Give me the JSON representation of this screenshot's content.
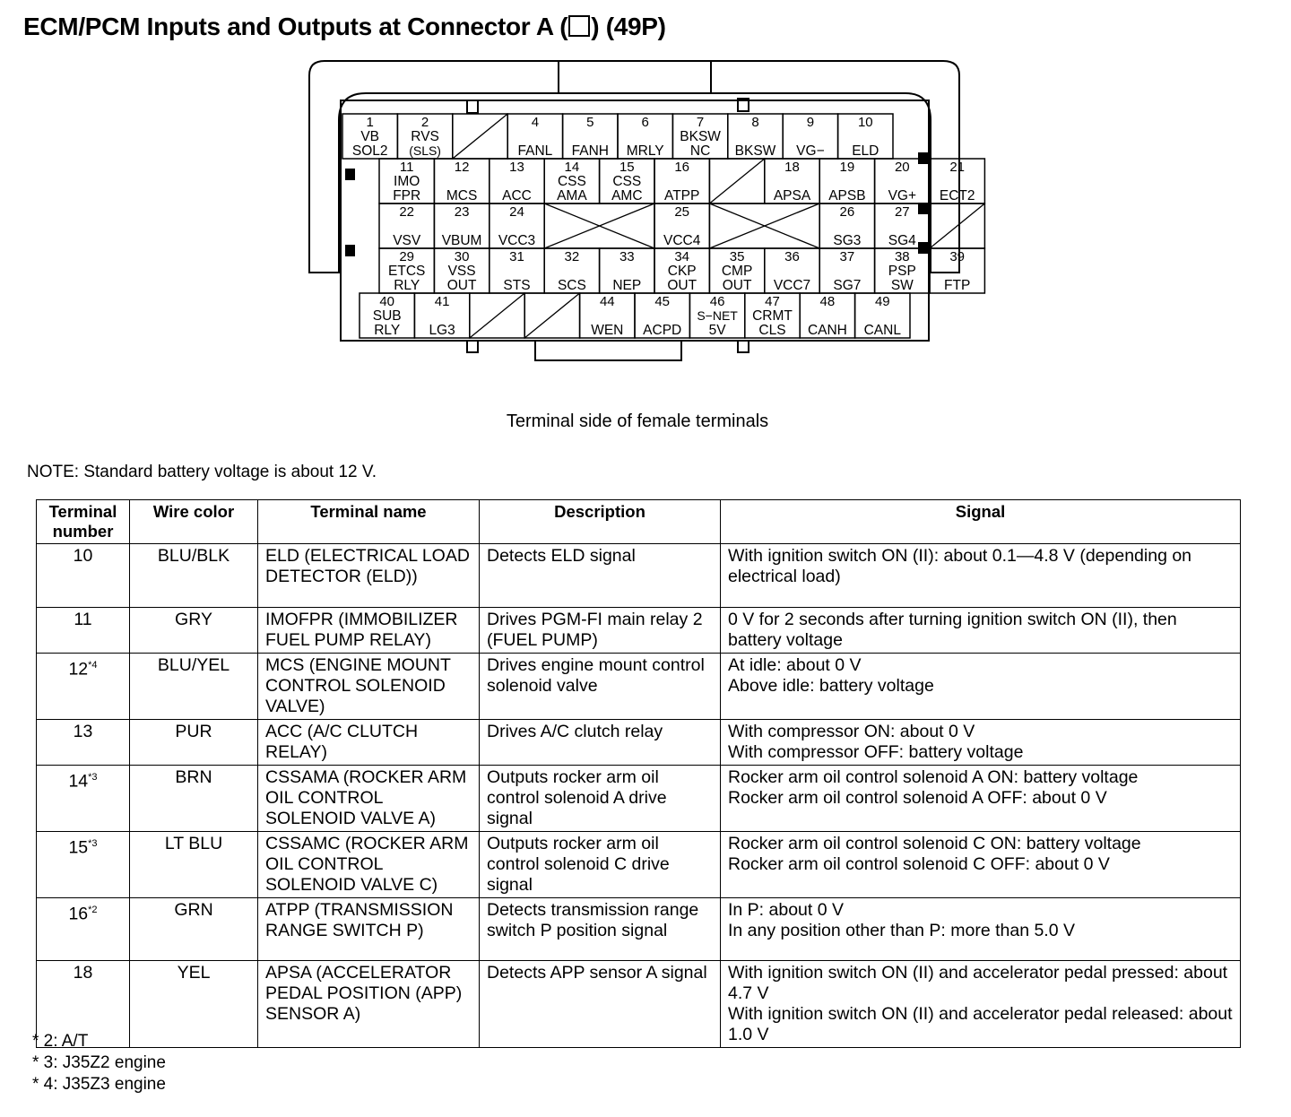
{
  "header": {
    "title_before": "ECM/PCM Inputs and Outputs at Connector A (",
    "title_after": ") (49P)"
  },
  "connector": {
    "caption": "Terminal side of female terminals",
    "rows": [
      [
        {
          "num": "1",
          "lines": [
            "VB",
            "SOL2"
          ]
        },
        {
          "num": "2",
          "lines": [
            "RVS",
            "(SLS)"
          ]
        },
        {
          "empty": "slash"
        },
        {
          "num": "4",
          "lines": [
            "FANL"
          ]
        },
        {
          "num": "5",
          "lines": [
            "FANH"
          ]
        },
        {
          "num": "6",
          "lines": [
            "MRLY"
          ]
        },
        {
          "num": "7",
          "lines": [
            "BKSW",
            "NC"
          ]
        },
        {
          "num": "8",
          "lines": [
            "BKSW"
          ]
        },
        {
          "num": "9",
          "lines": [
            "VG−"
          ]
        },
        {
          "num": "10",
          "lines": [
            "ELD"
          ]
        }
      ],
      [
        {
          "num": "11",
          "lines": [
            "IMO",
            "FPR"
          ]
        },
        {
          "num": "12",
          "lines": [
            "MCS"
          ]
        },
        {
          "num": "13",
          "lines": [
            "ACC"
          ]
        },
        {
          "num": "14",
          "lines": [
            "CSS",
            "AMA"
          ]
        },
        {
          "num": "15",
          "lines": [
            "CSS",
            "AMC"
          ]
        },
        {
          "num": "16",
          "lines": [
            "ATPP"
          ]
        },
        {
          "empty": "slash"
        },
        {
          "num": "18",
          "lines": [
            "APSA"
          ]
        },
        {
          "num": "19",
          "lines": [
            "APSB"
          ]
        },
        {
          "num": "20",
          "lines": [
            "VG+"
          ]
        },
        {
          "num": "21",
          "lines": [
            "ECT2"
          ]
        }
      ],
      [
        {
          "num": "22",
          "lines": [
            "VSV"
          ]
        },
        {
          "num": "23",
          "lines": [
            "VBUM"
          ]
        },
        {
          "num": "24",
          "lines": [
            "VCC3"
          ]
        },
        {
          "empty": "cross",
          "span": 2
        },
        {
          "num": "25",
          "lines": [
            "VCC4"
          ]
        },
        {
          "empty": "cross",
          "span": 2
        },
        {
          "num": "26",
          "lines": [
            "SG3"
          ]
        },
        {
          "num": "27",
          "lines": [
            "SG4"
          ]
        },
        {
          "empty": "slash"
        }
      ],
      [
        {
          "num": "29",
          "lines": [
            "ETCS",
            "RLY"
          ]
        },
        {
          "num": "30",
          "lines": [
            "VSS",
            "OUT"
          ]
        },
        {
          "num": "31",
          "lines": [
            "STS"
          ]
        },
        {
          "num": "32",
          "lines": [
            "SCS"
          ]
        },
        {
          "num": "33",
          "lines": [
            "NEP"
          ]
        },
        {
          "num": "34",
          "lines": [
            "CKP",
            "OUT"
          ]
        },
        {
          "num": "35",
          "lines": [
            "CMP",
            "OUT"
          ]
        },
        {
          "num": "36",
          "lines": [
            "VCC7"
          ]
        },
        {
          "num": "37",
          "lines": [
            "SG7"
          ]
        },
        {
          "num": "38",
          "lines": [
            "PSP",
            "SW"
          ]
        },
        {
          "num": "39",
          "lines": [
            "FTP"
          ]
        }
      ],
      [
        {
          "num": "40",
          "lines": [
            "SUB",
            "RLY"
          ]
        },
        {
          "num": "41",
          "lines": [
            "LG3"
          ]
        },
        {
          "empty": "slash"
        },
        {
          "empty": "slash"
        },
        {
          "num": "44",
          "lines": [
            "WEN"
          ]
        },
        {
          "num": "45",
          "lines": [
            "ACPD"
          ]
        },
        {
          "num": "46",
          "lines": [
            "S−NET",
            "5V"
          ]
        },
        {
          "num": "47",
          "lines": [
            "CRMT",
            "CLS"
          ]
        },
        {
          "num": "48",
          "lines": [
            "CANH"
          ]
        },
        {
          "num": "49",
          "lines": [
            "CANL"
          ]
        }
      ]
    ]
  },
  "note": "NOTE: Standard battery voltage is about 12 V.",
  "table": {
    "headers": {
      "terminal_number": "Terminal number",
      "wire_color": "Wire color",
      "terminal_name": "Terminal name",
      "description": "Description",
      "signal": "Signal"
    },
    "rows": [
      {
        "terminal": "10",
        "mark": "",
        "wire": "BLU/BLK",
        "name": "ELD (ELECTRICAL LOAD DETECTOR (ELD))",
        "description": "Detects ELD signal",
        "signal": [
          "With ignition switch ON (II): about 0.1—4.8 V (depending on electrical load)"
        ]
      },
      {
        "terminal": "11",
        "mark": "",
        "wire": "GRY",
        "name": "IMOFPR (IMMOBILIZER FUEL PUMP RELAY)",
        "description": "Drives PGM-FI main relay 2 (FUEL PUMP)",
        "signal": [
          "0 V for 2 seconds after turning ignition switch ON (II), then battery voltage"
        ]
      },
      {
        "terminal": "12",
        "mark": "*4",
        "wire": "BLU/YEL",
        "name": "MCS (ENGINE MOUNT CONTROL SOLENOID VALVE)",
        "description": "Drives engine mount control solenoid valve",
        "signal": [
          "At idle: about 0 V",
          "Above idle: battery voltage"
        ]
      },
      {
        "terminal": "13",
        "mark": "",
        "wire": "PUR",
        "name": "ACC (A/C CLUTCH RELAY)",
        "description": "Drives A/C clutch relay",
        "signal": [
          "With compressor ON: about 0 V",
          "With compressor OFF: battery voltage"
        ]
      },
      {
        "terminal": "14",
        "mark": "*3",
        "wire": "BRN",
        "name": "CSSAMA (ROCKER ARM OIL CONTROL SOLENOID VALVE A)",
        "description": "Outputs rocker arm oil control solenoid A drive signal",
        "signal": [
          "Rocker arm oil control solenoid A ON: battery voltage",
          "Rocker arm oil control solenoid A OFF: about 0 V"
        ]
      },
      {
        "terminal": "15",
        "mark": "*3",
        "wire": "LT BLU",
        "name": "CSSAMC (ROCKER ARM OIL CONTROL SOLENOID VALVE C)",
        "description": "Outputs rocker arm oil control solenoid C drive signal",
        "signal": [
          "Rocker arm oil control solenoid C ON: battery voltage",
          "Rocker arm oil control solenoid C OFF: about 0 V"
        ]
      },
      {
        "terminal": "16",
        "mark": "*2",
        "wire": "GRN",
        "name": "ATPP (TRANSMISSION RANGE SWITCH P)",
        "description": "Detects transmission range switch P position signal",
        "signal": [
          "In P: about 0 V",
          "In any position other than P: more than 5.0 V"
        ]
      },
      {
        "terminal": "18",
        "mark": "",
        "wire": "YEL",
        "name": "APSA (ACCELERATOR PEDAL POSITION (APP) SENSOR A)",
        "description": "Detects APP sensor A signal",
        "signal": [
          "With ignition switch ON (II) and accelerator pedal pressed: about 4.7 V",
          "With ignition switch ON (II) and accelerator pedal released: about 1.0 V"
        ]
      }
    ]
  },
  "footnotes": [
    "* 2: A/T",
    "* 3: J35Z2 engine",
    "* 4: J35Z3 engine"
  ]
}
